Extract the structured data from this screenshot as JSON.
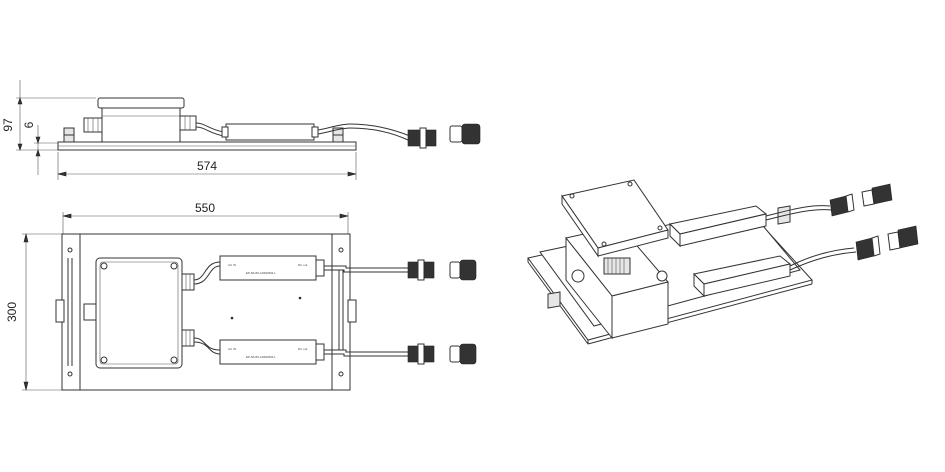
{
  "dimensions": {
    "height_total": "97",
    "plate_thickness": "6",
    "side_length": "574",
    "top_length": "550",
    "top_width": "300"
  },
  "driver_labels": {
    "input_tag": "AC IN",
    "output_tag": "DC out",
    "model_code": "EP-50-80-1400MFM-L"
  },
  "colors": {
    "line": "#333333",
    "background": "#ffffff",
    "panel_fill": "#e6e6e6"
  },
  "icons": [
    "junction-box-icon",
    "led-driver-icon",
    "cable-connector-icon",
    "cable-plug-icon",
    "mounting-bracket-icon"
  ]
}
